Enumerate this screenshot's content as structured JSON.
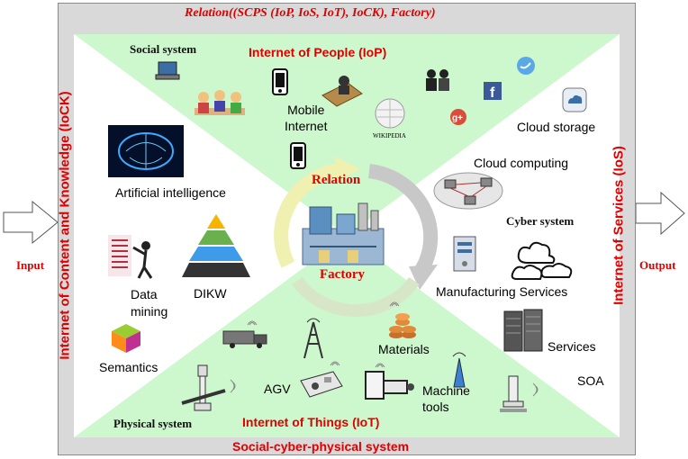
{
  "title": "Relation((SCPS (IoP, IoS, IoT), IoCK), Factory)",
  "footer": "Social-cyber-physical  system",
  "side": {
    "input": "Input",
    "output": "Output"
  },
  "quadrants": {
    "top": "Internet of People (IoP)",
    "bottom": "Internet of Things (IoT)",
    "left": "Internet of Content and Knowledge (IoCK)",
    "right": "Internet of Services (IoS)"
  },
  "systems": {
    "social": "Social system",
    "cyber": "Cyber system",
    "physical": "Physical system"
  },
  "center": {
    "relation": "Relation",
    "factory": "Factory"
  },
  "items": {
    "mobile_internet": "Mobile\nInternet",
    "cloud_storage": "Cloud storage",
    "cloud_computing": "Cloud computing",
    "manufacturing_services": "Manufacturing Services",
    "services": "Services",
    "soa": "SOA",
    "artificial_intelligence": "Artificial intelligence",
    "data_mining": "Data\nmining",
    "dikw": "DIKW",
    "semantics": "Semantics",
    "materials": "Materials",
    "agv": "AGV",
    "machine_tools": "Machine\ntools",
    "wikipedia": "WIKIPEDIA"
  },
  "colors": {
    "green": "#cdf7cd",
    "grey": "#d9d9d9",
    "red": "#e00000"
  }
}
